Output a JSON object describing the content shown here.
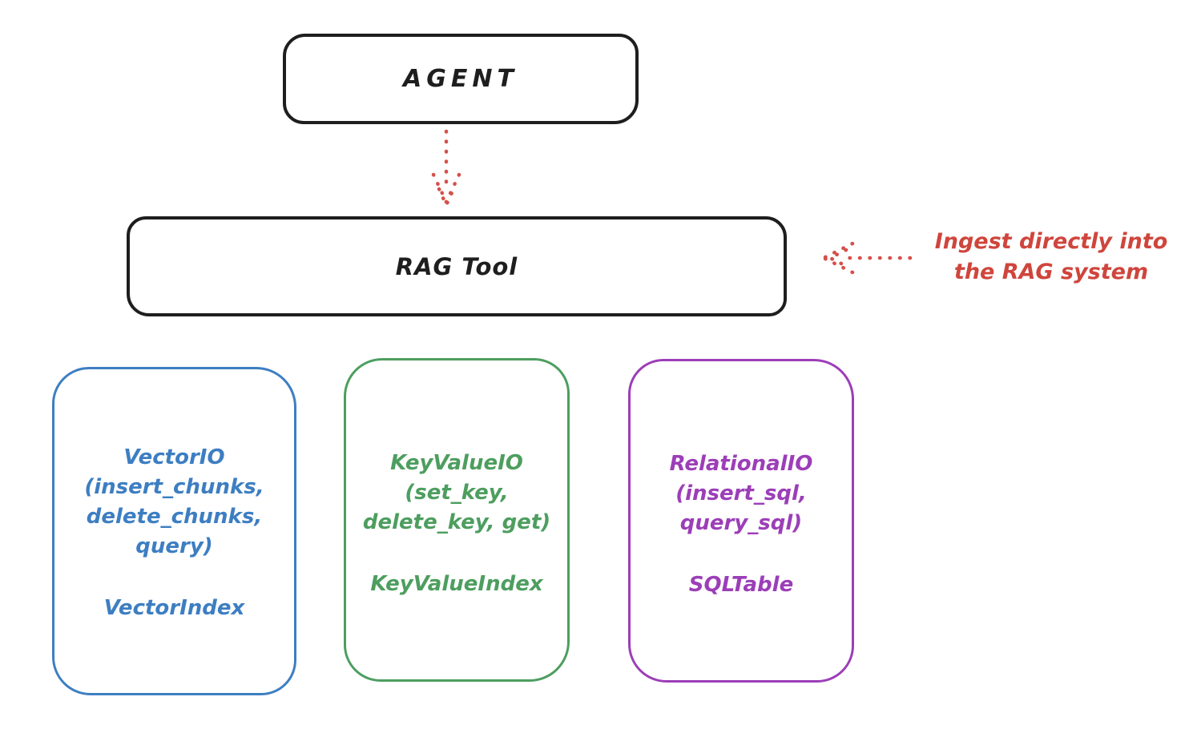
{
  "agent": {
    "label": "AGENT"
  },
  "rag_tool": {
    "label": "RAG Tool"
  },
  "annotation": {
    "line1": "Ingest directly into",
    "line2": "the RAG system"
  },
  "backends": [
    {
      "name": "vector-io",
      "lines": [
        "VectorIO",
        "(insert_chunks,",
        "delete_chunks,",
        "query)"
      ],
      "index_label": "VectorIndex",
      "color": "#3d7ec2"
    },
    {
      "name": "keyvalue-io",
      "lines": [
        "KeyValueIO",
        "(set_key,",
        "delete_key, get)"
      ],
      "index_label": "KeyValueIndex",
      "color": "#4d9e5f"
    },
    {
      "name": "relational-io",
      "lines": [
        "RelationalIO",
        "(insert_sql,",
        "query_sql)"
      ],
      "index_label": "SQLTable",
      "color": "#9c3eb8"
    }
  ],
  "colors": {
    "stroke_black": "#1e1e1e",
    "arrow_red": "#d6504a",
    "annotation_red": "#cf453c",
    "background": "#ffffff"
  }
}
